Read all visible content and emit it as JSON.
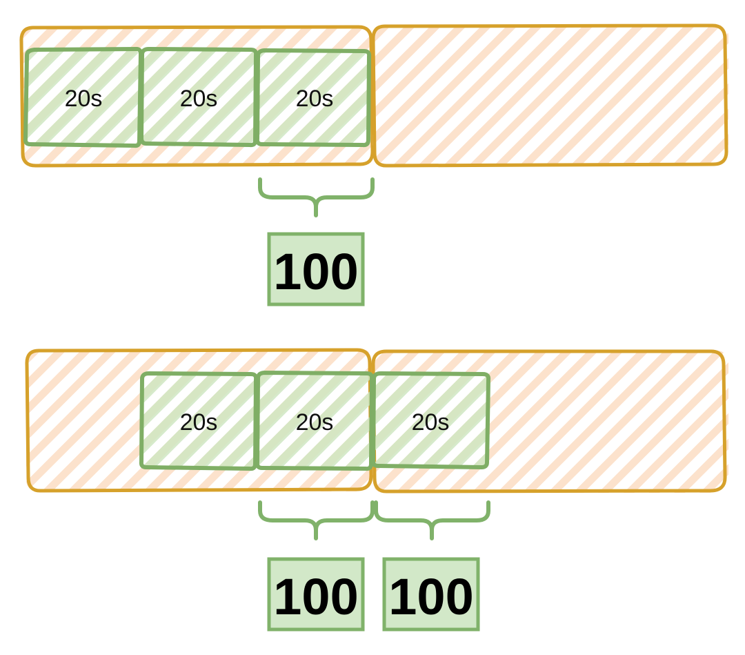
{
  "colors": {
    "window_stroke": "#d6a12b",
    "window_hatch": "#f9c9a2",
    "cell_stroke": "#7fae65",
    "cell_fill": "#d3e9c7",
    "count_stroke": "#80b26a",
    "count_fill": "#d2e8c8",
    "text": "#111111"
  },
  "panels": [
    {
      "cells": [
        {
          "label": "20s"
        },
        {
          "label": "20s"
        },
        {
          "label": "20s"
        }
      ],
      "counts": [
        {
          "label": "100"
        }
      ]
    },
    {
      "cells": [
        {
          "label": "20s"
        },
        {
          "label": "20s"
        },
        {
          "label": "20s"
        }
      ],
      "counts": [
        {
          "label": "100"
        },
        {
          "label": "100"
        }
      ]
    }
  ]
}
